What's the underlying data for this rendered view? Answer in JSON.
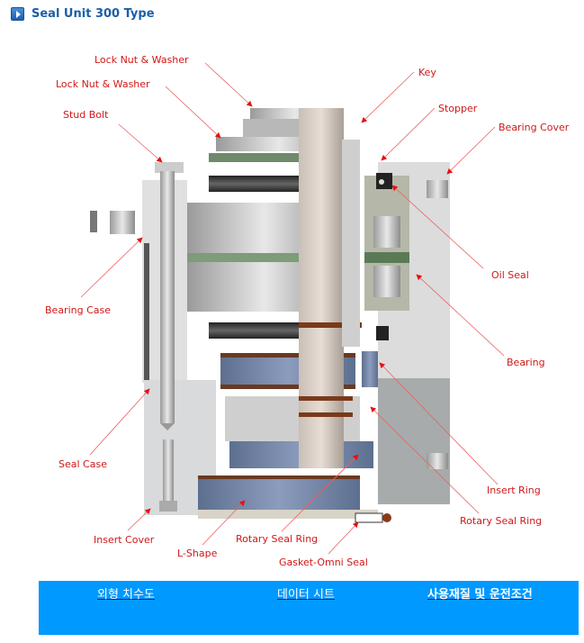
{
  "header": {
    "title": "Seal Unit 300 Type",
    "icon": "play-arrow-icon"
  },
  "diagram": {
    "labels": {
      "lock_nut_washer_1": "Lock Nut & Washer",
      "lock_nut_washer_2": "Lock Nut & Washer",
      "stud_bolt": "Stud Bolt",
      "key": "Key",
      "stopper": "Stopper",
      "bearing_cover": "Bearing Cover",
      "oil_seal": "Oil Seal",
      "bearing_case": "Bearing Case",
      "bearing": "Bearing",
      "seal_case": "Seal Case",
      "insert_ring": "Insert Ring",
      "rotary_seal_ring_right": "Rotary Seal Ring",
      "insert_cover": "Insert Cover",
      "l_shape": "L-Shape",
      "rotary_seal_ring_bottom": "Rotary Seal Ring",
      "gasket_omni_seal": "Gasket-Omni Seal"
    },
    "label_color": "#d01818"
  },
  "tabs": [
    {
      "label": "외형 치수도",
      "active": false
    },
    {
      "label": "데이터 시트",
      "active": false
    },
    {
      "label": "사용재질 및 운전조건",
      "active": true
    }
  ],
  "colors": {
    "tab_bar": "#0099ff",
    "title": "#1a5fa8"
  }
}
